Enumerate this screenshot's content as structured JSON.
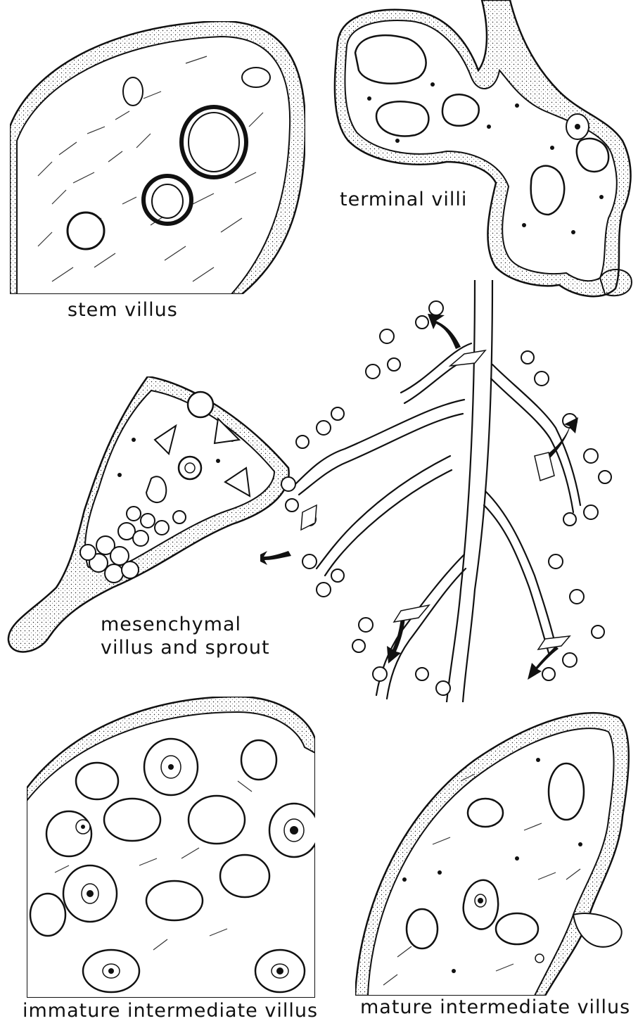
{
  "labels": {
    "stem_villus": "stem villus",
    "terminal_villi": "terminal villi",
    "mesenchymal_line1": "mesenchymal",
    "mesenchymal_line2": "villus and sprout",
    "immature_intermediate": "immature intermediate villus",
    "mature_intermediate": "mature intermediate villus"
  }
}
